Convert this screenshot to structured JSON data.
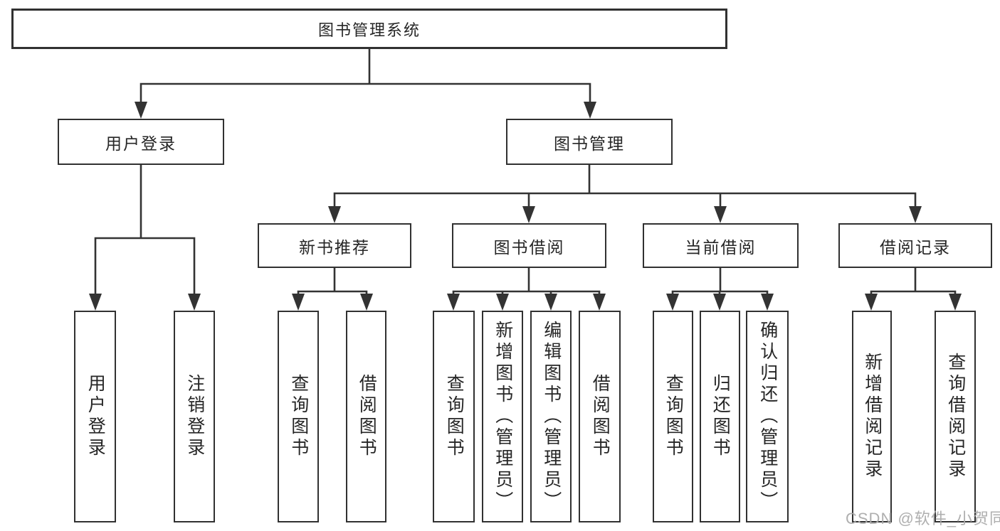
{
  "diagram_type": "hierarchy-tree",
  "colors": {
    "background": "#ffffff",
    "line": "#333333",
    "box_border": "#313131",
    "box_fill": "#ffffff",
    "text": "#262626",
    "watermark": "#ababab"
  },
  "watermark": {
    "text": "CSDN @软件_小贺同学"
  },
  "tree": {
    "label": "图书管理系统",
    "children": [
      {
        "label": "用户登录",
        "children": [
          {
            "label": "用户登录"
          },
          {
            "label": "注销登录"
          }
        ]
      },
      {
        "label": "图书管理",
        "children": [
          {
            "label": "新书推荐",
            "children": [
              {
                "label": "查询图书"
              },
              {
                "label": "借阅图书"
              }
            ]
          },
          {
            "label": "图书借阅",
            "children": [
              {
                "label": "查询图书"
              },
              {
                "label": "新增图书（管理员）"
              },
              {
                "label": "编辑图书（管理员）"
              },
              {
                "label": "借阅图书"
              }
            ]
          },
          {
            "label": "当前借阅",
            "children": [
              {
                "label": "查询图书"
              },
              {
                "label": "归还图书"
              },
              {
                "label": "确认归还（管理员）"
              }
            ]
          },
          {
            "label": "借阅记录",
            "children": [
              {
                "label": "新增借阅记录"
              },
              {
                "label": "查询借阅记录"
              }
            ]
          }
        ]
      }
    ]
  }
}
